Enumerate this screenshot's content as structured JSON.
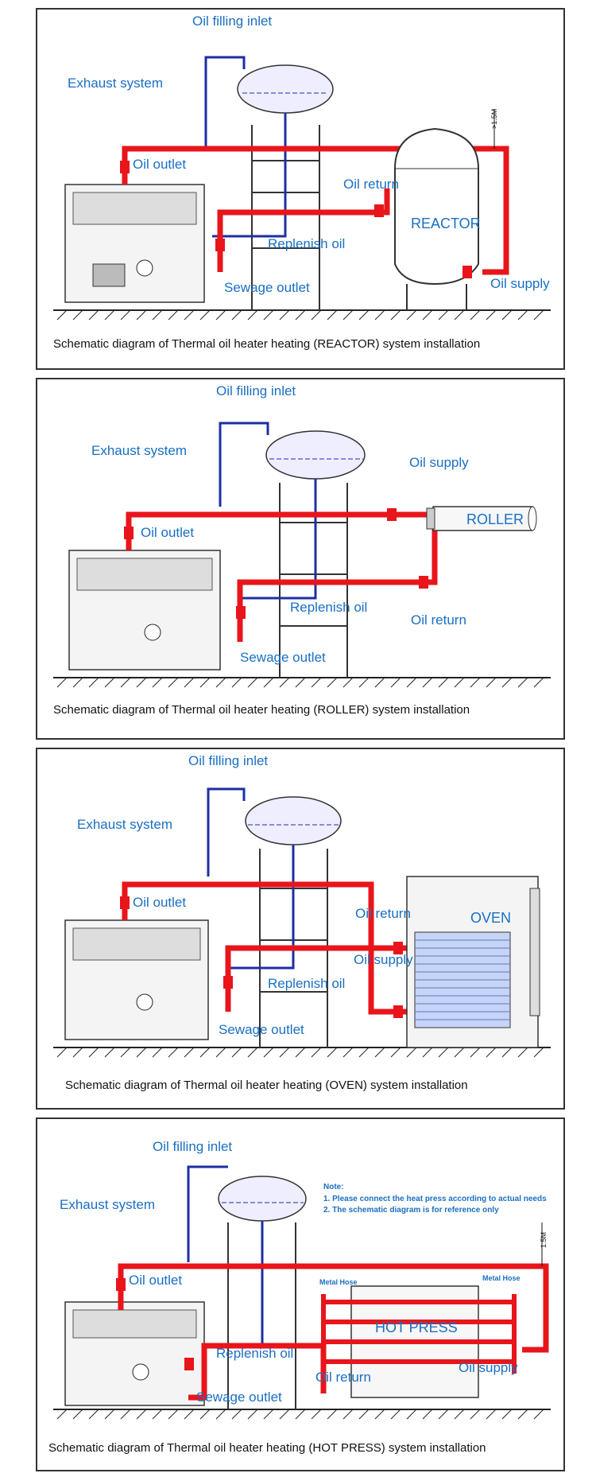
{
  "colors": {
    "pipe_hot": "#e8151b",
    "pipe_return": "#1d2fa3",
    "label": "#1a6fc4",
    "frame": "#333333"
  },
  "icons": [
    "flow-arrow-icon",
    "valve-icon",
    "pump-icon"
  ],
  "panels": [
    {
      "id": "reactor",
      "caption": "Schematic diagram of Thermal oil heater heating (REACTOR) system installation",
      "labels": {
        "oil_filling_inlet": "Oil filling inlet",
        "exhaust_system": "Exhaust system",
        "oil_outlet": "Oil outlet",
        "oil_return": "Oil return",
        "replenish_oil": "Replenish oil",
        "sewage_outlet": "Sewage outlet",
        "oil_supply": "Oil supply",
        "equipment": "REACTOR",
        "height_mark": ">1.5M"
      }
    },
    {
      "id": "roller",
      "caption": "Schematic diagram of Thermal oil heater heating (ROLLER) system installation",
      "labels": {
        "oil_filling_inlet": "Oil filling inlet",
        "exhaust_system": "Exhaust system",
        "oil_outlet": "Oil outlet",
        "oil_supply": "Oil supply",
        "oil_return": "Oil return",
        "replenish_oil": "Replenish oil",
        "sewage_outlet": "Sewage outlet",
        "equipment": "ROLLER"
      }
    },
    {
      "id": "oven",
      "caption": "Schematic diagram of Thermal oil heater heating (OVEN) system installation",
      "labels": {
        "oil_filling_inlet": "Oil filling inlet",
        "exhaust_system": "Exhaust system",
        "oil_outlet": "Oil outlet",
        "oil_return": "Oil return",
        "oil_supply": "Oil supply",
        "replenish_oil": "Replenish oil",
        "sewage_outlet": "Sewage outlet",
        "equipment": "OVEN"
      }
    },
    {
      "id": "hot_press",
      "caption": "Schematic diagram of Thermal oil heater heating (HOT PRESS) system installation",
      "labels": {
        "oil_filling_inlet": "Oil filling inlet",
        "exhaust_system": "Exhaust system",
        "oil_outlet": "Oil outlet",
        "replenish_oil": "Replenish oil",
        "sewage_outlet": "Sewage outlet",
        "oil_return": "Oil return",
        "oil_supply": "Oil supply",
        "equipment": "HOT PRESS",
        "metal_hose_left": "Metal Hose",
        "metal_hose_right": "Metal Hose",
        "height_mark": "1.5M",
        "note_title": "Note:",
        "note_1": "1. Please connect the heat press according to actual needs",
        "note_2": "2. The schematic diagram is for reference only"
      }
    }
  ]
}
